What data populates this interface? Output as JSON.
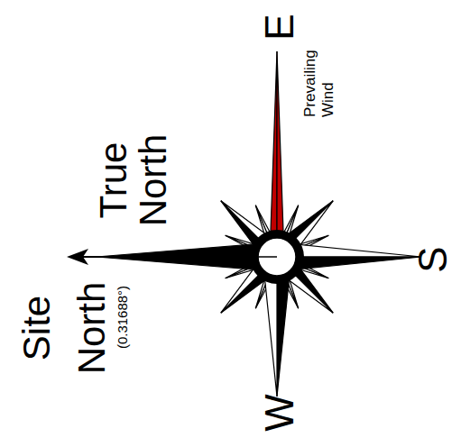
{
  "diagram": {
    "labels": [
      "E",
      "S",
      "W",
      "True North",
      "Site North",
      "(0.31688°)",
      "Prevailing Wind"
    ]
  }
}
